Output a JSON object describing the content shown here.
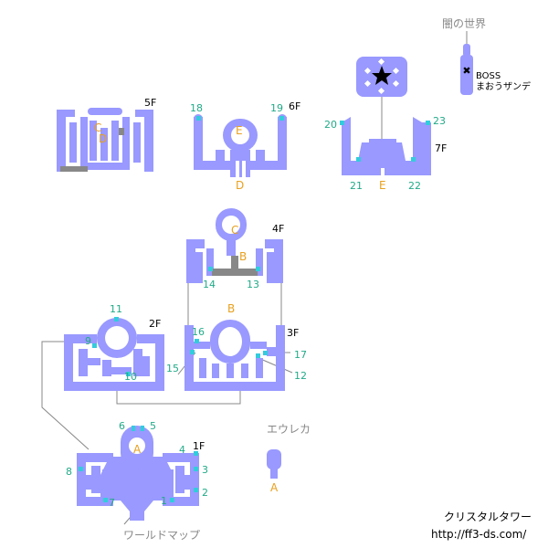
{
  "map": {
    "floors": {
      "f1": "1F",
      "f2": "2F",
      "f3": "3F",
      "f4": "4F",
      "f5": "5F",
      "f6": "6F",
      "f7": "7F"
    },
    "stairs": {
      "s1": "1",
      "s2": "2",
      "s3": "3",
      "s4": "4",
      "s5": "5",
      "s6": "6",
      "s7": "7",
      "s8": "8",
      "s9": "9",
      "s10": "10",
      "s11": "11",
      "s12": "12",
      "s13": "13",
      "s14": "14",
      "s15": "15",
      "s16": "16",
      "s17": "17",
      "s18": "18",
      "s19": "19",
      "s20": "20",
      "s21": "21",
      "s22": "22",
      "s23": "23"
    },
    "warps": {
      "a_1f": "A",
      "a_eureka": "A",
      "b_3f": "B",
      "b_4f": "B",
      "c_4f": "C",
      "c_5f": "C",
      "d_5f": "D",
      "d_6f": "D",
      "e_6f": "E",
      "e_7f": "E"
    },
    "labels": {
      "world_map": "ワールドマップ",
      "eureka": "エウレカ",
      "dark_world": "闇の世界",
      "boss_title": "BOSS",
      "boss_name": "まおうザンデ"
    },
    "signature": {
      "title": "クリスタルタワー",
      "url": "http://ff3-ds.com/"
    }
  }
}
